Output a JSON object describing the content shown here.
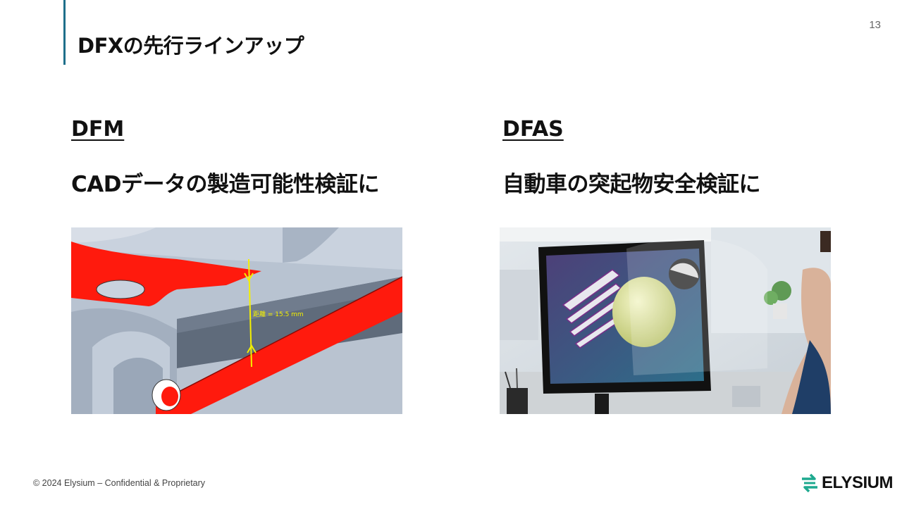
{
  "slide": {
    "title": "DFXの先行ラインアップ",
    "page_number": "13"
  },
  "left": {
    "heading": "DFM",
    "subtitle": "CADデータの製造可能性検証に",
    "image": {
      "measurement_label": "距離 = 15.5 mm"
    }
  },
  "right": {
    "heading": "DFAS",
    "subtitle": "自動車の突起物安全検証に"
  },
  "footer": {
    "copyright": "© 2024 Elysium – Confidential & Proprietary",
    "logo_text": "ELYSIUM"
  },
  "colors": {
    "accent": "#1f6f8b",
    "logo_green": "#1ea98f",
    "cad_red": "#ff1a0d",
    "cad_gray": "#9aa7b8",
    "measure_yellow": "#f4f000"
  },
  "icons": {
    "logo": "elysium-arrows-icon"
  }
}
